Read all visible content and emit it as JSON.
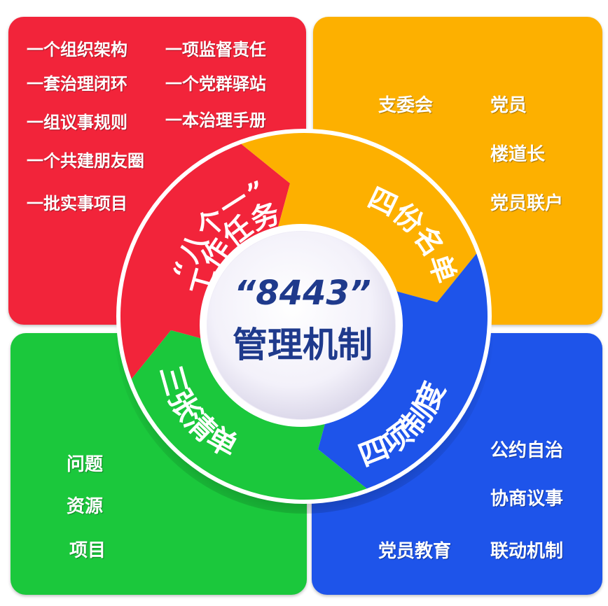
{
  "colors": {
    "red": "#f2243a",
    "orange": "#fdb000",
    "green": "#1bc83c",
    "blue": "#1e54ea",
    "center_text": "#1f3a8c"
  },
  "quadrants": {
    "red_items": [
      "一个组织架构",
      "一项监督责任",
      "一套治理闭环",
      "一个党群驿站",
      "一组议事规则",
      "一本治理手册",
      "一个共建朋友圈",
      "一批实事项目"
    ],
    "orange_items": [
      "支委会",
      "党员",
      "楼道长",
      "党员联户"
    ],
    "green_items": [
      "问题",
      "资源",
      "项目"
    ],
    "blue_items": [
      "公约自治",
      "协商议事",
      "党员教育",
      "联动机制"
    ]
  },
  "wheel": {
    "red_line1": "“八个一”",
    "red_line2": "工作任务",
    "orange_label": "四份名单",
    "green_label": "三张清单",
    "blue_label": "四项制度"
  },
  "center": {
    "line1": "“8443”",
    "line2": "管理机制"
  }
}
